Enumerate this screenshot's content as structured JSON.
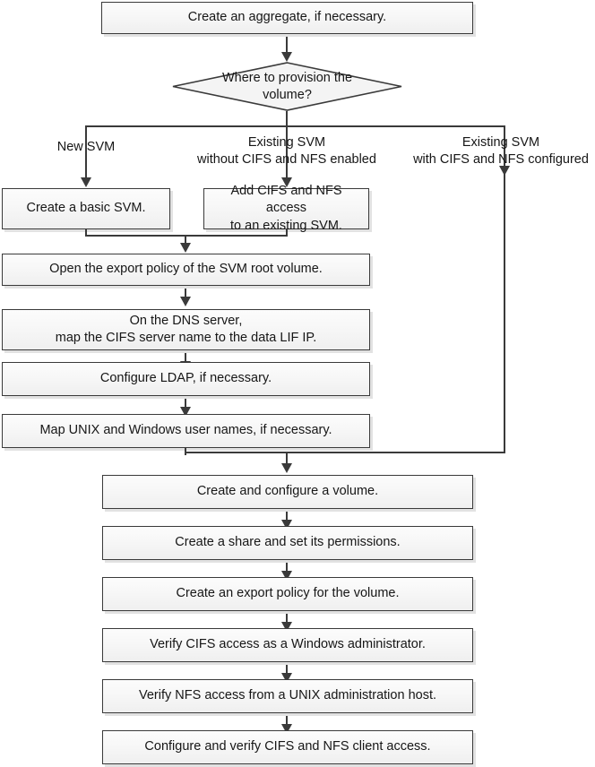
{
  "diagram": {
    "title": "CIFS and NFS multiprotocol configuration workflow",
    "type": "flowchart",
    "colors": {
      "box_border": "#3a3a3a",
      "box_fill_top": "#fcfcfc",
      "box_fill_bottom": "#efefef",
      "box_shadow": "#e2e2e2",
      "connector": "#3a3a3a",
      "text": "#161616",
      "background": "#ffffff"
    },
    "nodes": {
      "create_aggregate": "Create an aggregate, if necessary.",
      "decision": "Where to provision the\nvolume?",
      "create_basic_svm": "Create a basic SVM.",
      "add_cifs_nfs": "Add CIFS and NFS access\nto an existing SVM.",
      "open_export_policy": "Open the export policy of the SVM root volume.",
      "dns_server": "On the DNS server,\nmap the CIFS server name to the data LIF IP.",
      "configure_ldap": "Configure LDAP, if necessary.",
      "map_user_names": "Map UNIX and Windows user names, if necessary.",
      "create_volume": "Create and configure a volume.",
      "create_share": "Create a share and set its permissions.",
      "create_export_policy": "Create an export policy for the volume.",
      "verify_cifs": "Verify CIFS access as a Windows administrator.",
      "verify_nfs": "Verify NFS access from a UNIX administration host.",
      "configure_client_access": "Configure and verify CIFS and NFS client access."
    },
    "branch_labels": {
      "left": "New SVM",
      "center": "Existing SVM\nwithout CIFS and NFS enabled",
      "right": "Existing SVM\nwith CIFS and NFS configured"
    }
  }
}
